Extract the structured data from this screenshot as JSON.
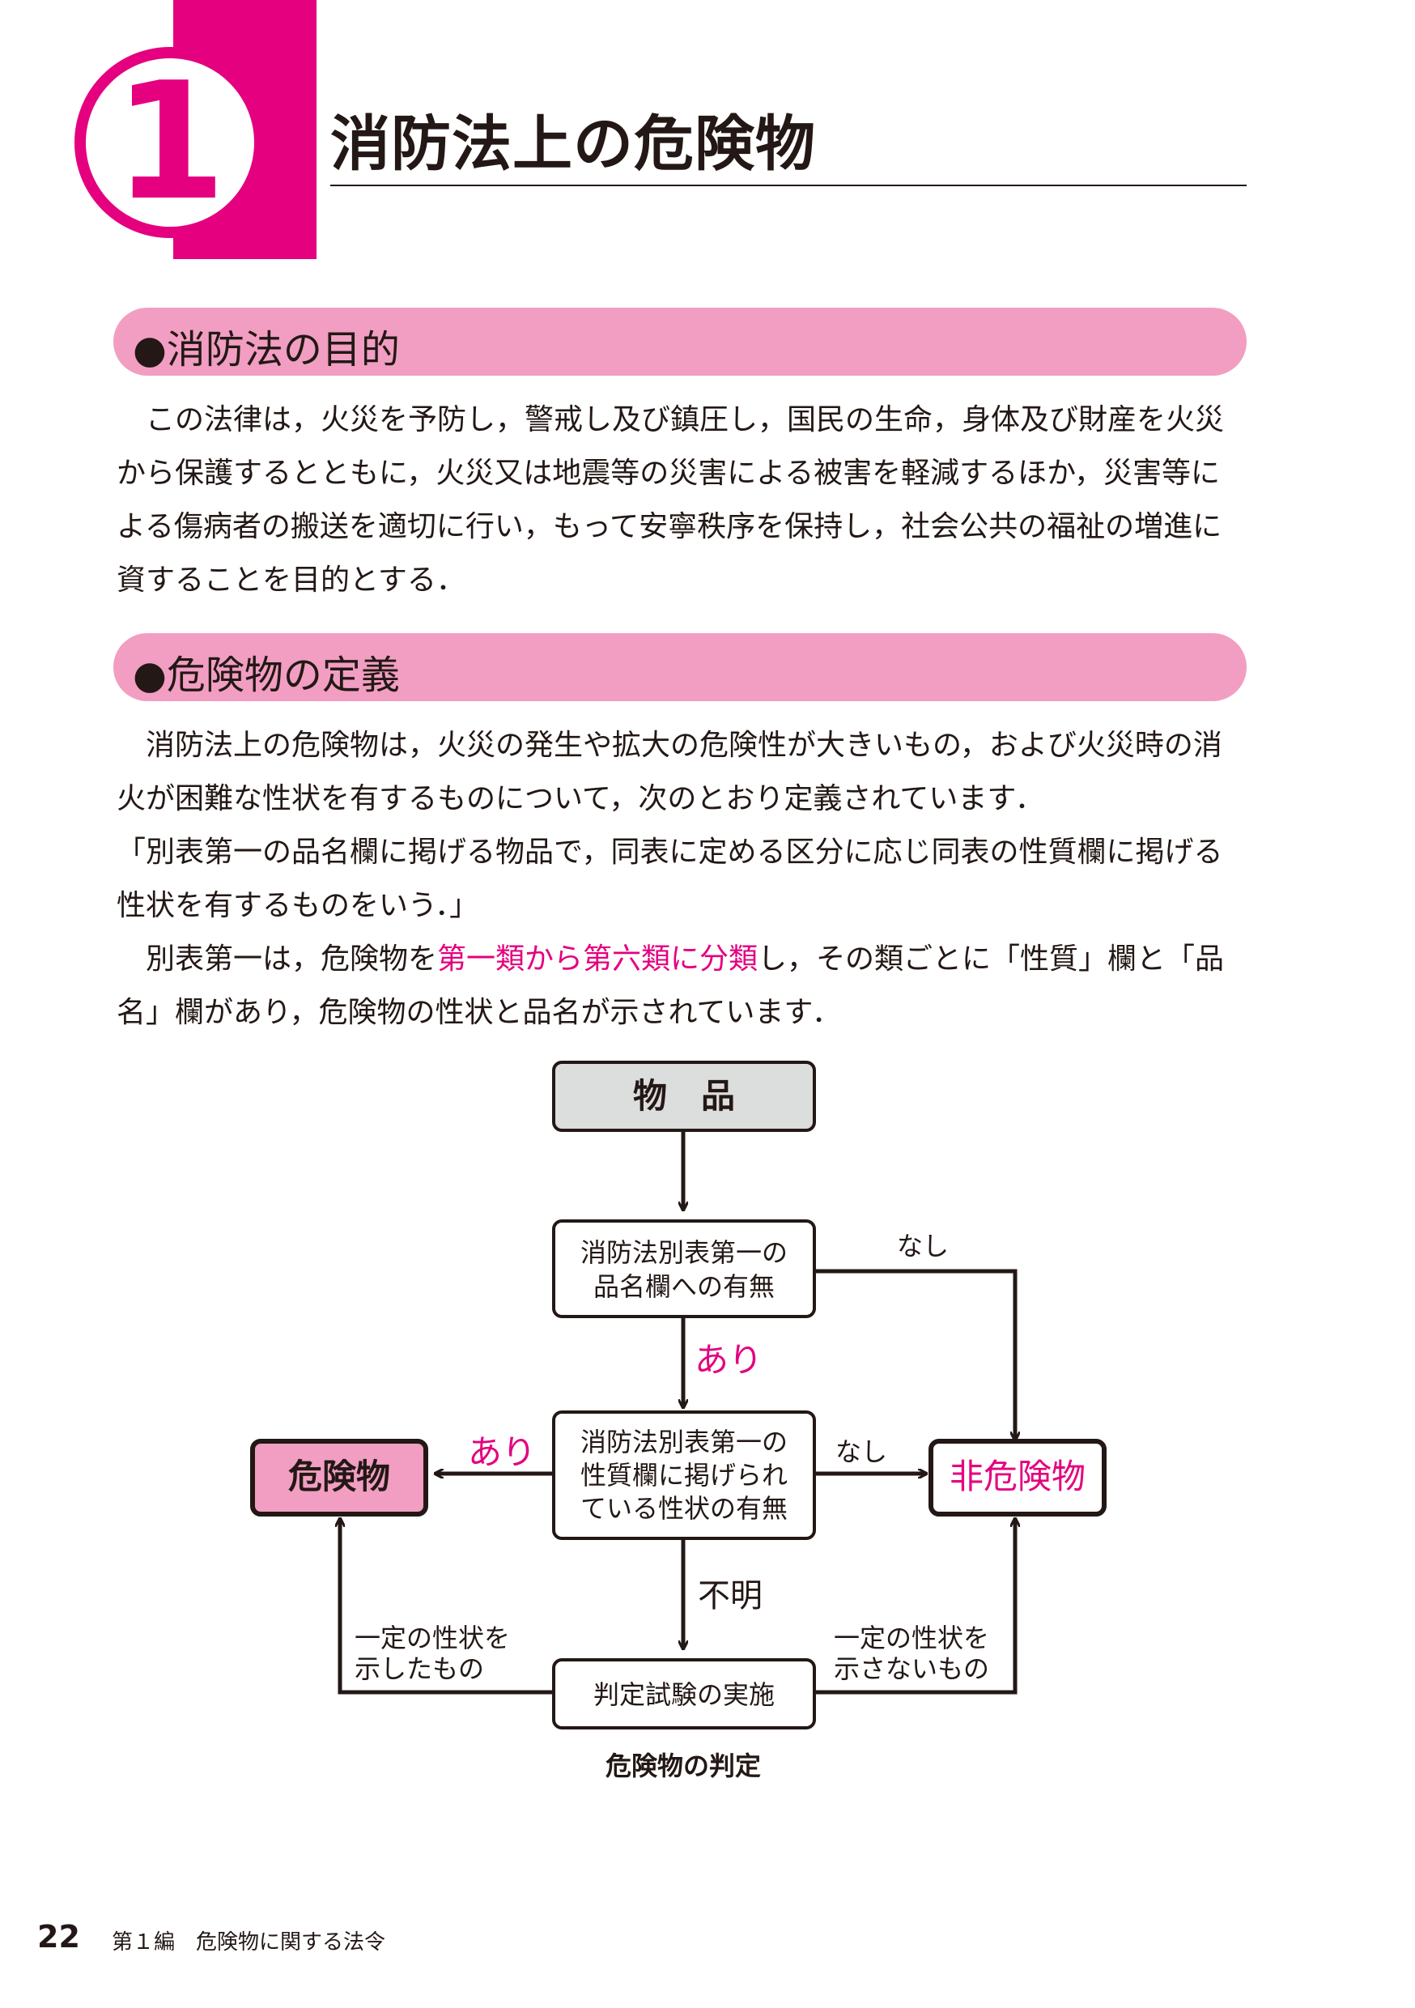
{
  "chapter": {
    "number": "1",
    "title": "消防法上の危険物"
  },
  "sections": [
    {
      "heading": "●消防法の目的",
      "paragraphs": [
        "この法律は，火災を予防し，警戒し及び鎮圧し，国民の生命，身体及び財産を火災から保護するとともに，火災又は地震等の災害による被害を軽減するほか，災害等による傷病者の搬送を適切に行い，もって安寧秩序を保持し，社会公共の福祉の増進に資することを目的とする．"
      ]
    },
    {
      "heading": "●危険物の定義",
      "paragraphs": [
        "消防法上の危険物は，火災の発生や拡大の危険性が大きいもの，および火災時の消火が困難な性状を有するものについて，次のとおり定義されています．",
        "「別表第一の品名欄に掲げる物品で，同表に定める区分に応じ同表の性質欄に掲げる性状を有するものをいう．」"
      ],
      "para3": {
        "before": "別表第一は，危険物を",
        "highlight": "第一類から第六類に分類",
        "after": "し，その類ごとに「性質」欄と「品名」欄があり，危険物の性状と品名が示されています．"
      }
    }
  ],
  "flowchart": {
    "nodes": {
      "article": "物　品",
      "q1_line1": "消防法別表第一の",
      "q1_line2": "品名欄への有無",
      "q2_line1": "消防法別表第一の",
      "q2_line2": "性質欄に掲げられ",
      "q2_line3": "ている性状の有無",
      "hazardous": "危険物",
      "non_hazardous": "非危険物",
      "test": "判定試験の実施"
    },
    "edges": {
      "q1_none": "なし",
      "q1_yes": "あり",
      "q2_yes": "あり",
      "q2_none": "なし",
      "q2_unknown": "不明",
      "test_pos_line1": "一定の性状を",
      "test_pos_line2": "示したもの",
      "test_neg_line1": "一定の性状を",
      "test_neg_line2": "示さないもの"
    },
    "caption": "危険物の判定"
  },
  "footer": {
    "page_number": "22",
    "text": "第１編　危険物に関する法令"
  },
  "colors": {
    "accent": "#e4007f",
    "section_band": "#f19ec2",
    "hazardous_box": "#f19ec2",
    "article_box": "#dcdddd",
    "text": "#231815"
  }
}
